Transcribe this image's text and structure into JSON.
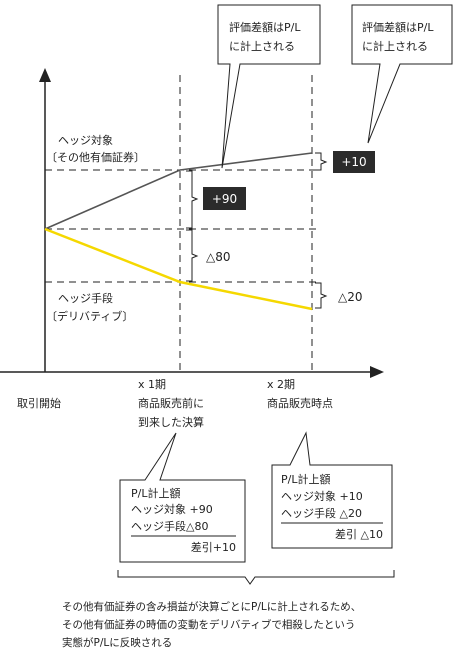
{
  "callout_top_1": [
    "評価差額はP/L",
    "に計上される"
  ],
  "callout_top_2": [
    "評価差額はP/L",
    "に計上される"
  ],
  "hedged_item_label": [
    "ヘッジ対象",
    "〔その他有価証券〕"
  ],
  "hedging_instrument_label": [
    "ヘッジ手段",
    "〔デリバティブ〕"
  ],
  "badge_plus10": "+10",
  "badge_plus90": "+90",
  "label_delta80": "△80",
  "label_delta20": "△20",
  "x_axis_origin": "取引開始",
  "x_axis_period1": "x 1期",
  "x_axis_period2": "x 2期",
  "period1_desc": [
    "商品販売前に",
    "到来した決算"
  ],
  "period2_desc": "商品販売時点",
  "pl_box_1": {
    "title": "P/L計上額",
    "line1": "ヘッジ対象 +90",
    "line2": "ヘッジ手段△80",
    "total": "差引+10"
  },
  "pl_box_2": {
    "title": "P/L計上額",
    "line1": "ヘッジ対象  +10",
    "line2": "ヘッジ手段 △20",
    "total": "差引 △10"
  },
  "footnote": [
    "その他有価証券の含み損益が決算ごとにP/Lに計上されるため、",
    "その他有価証券の時価の変動をデリバティブで相殺したという",
    "実態がP/Lに反映される"
  ],
  "colors": {
    "hedged_line": "#555555",
    "hedging_line": "#f5d800",
    "badge_bg": "#2b2b2b"
  }
}
